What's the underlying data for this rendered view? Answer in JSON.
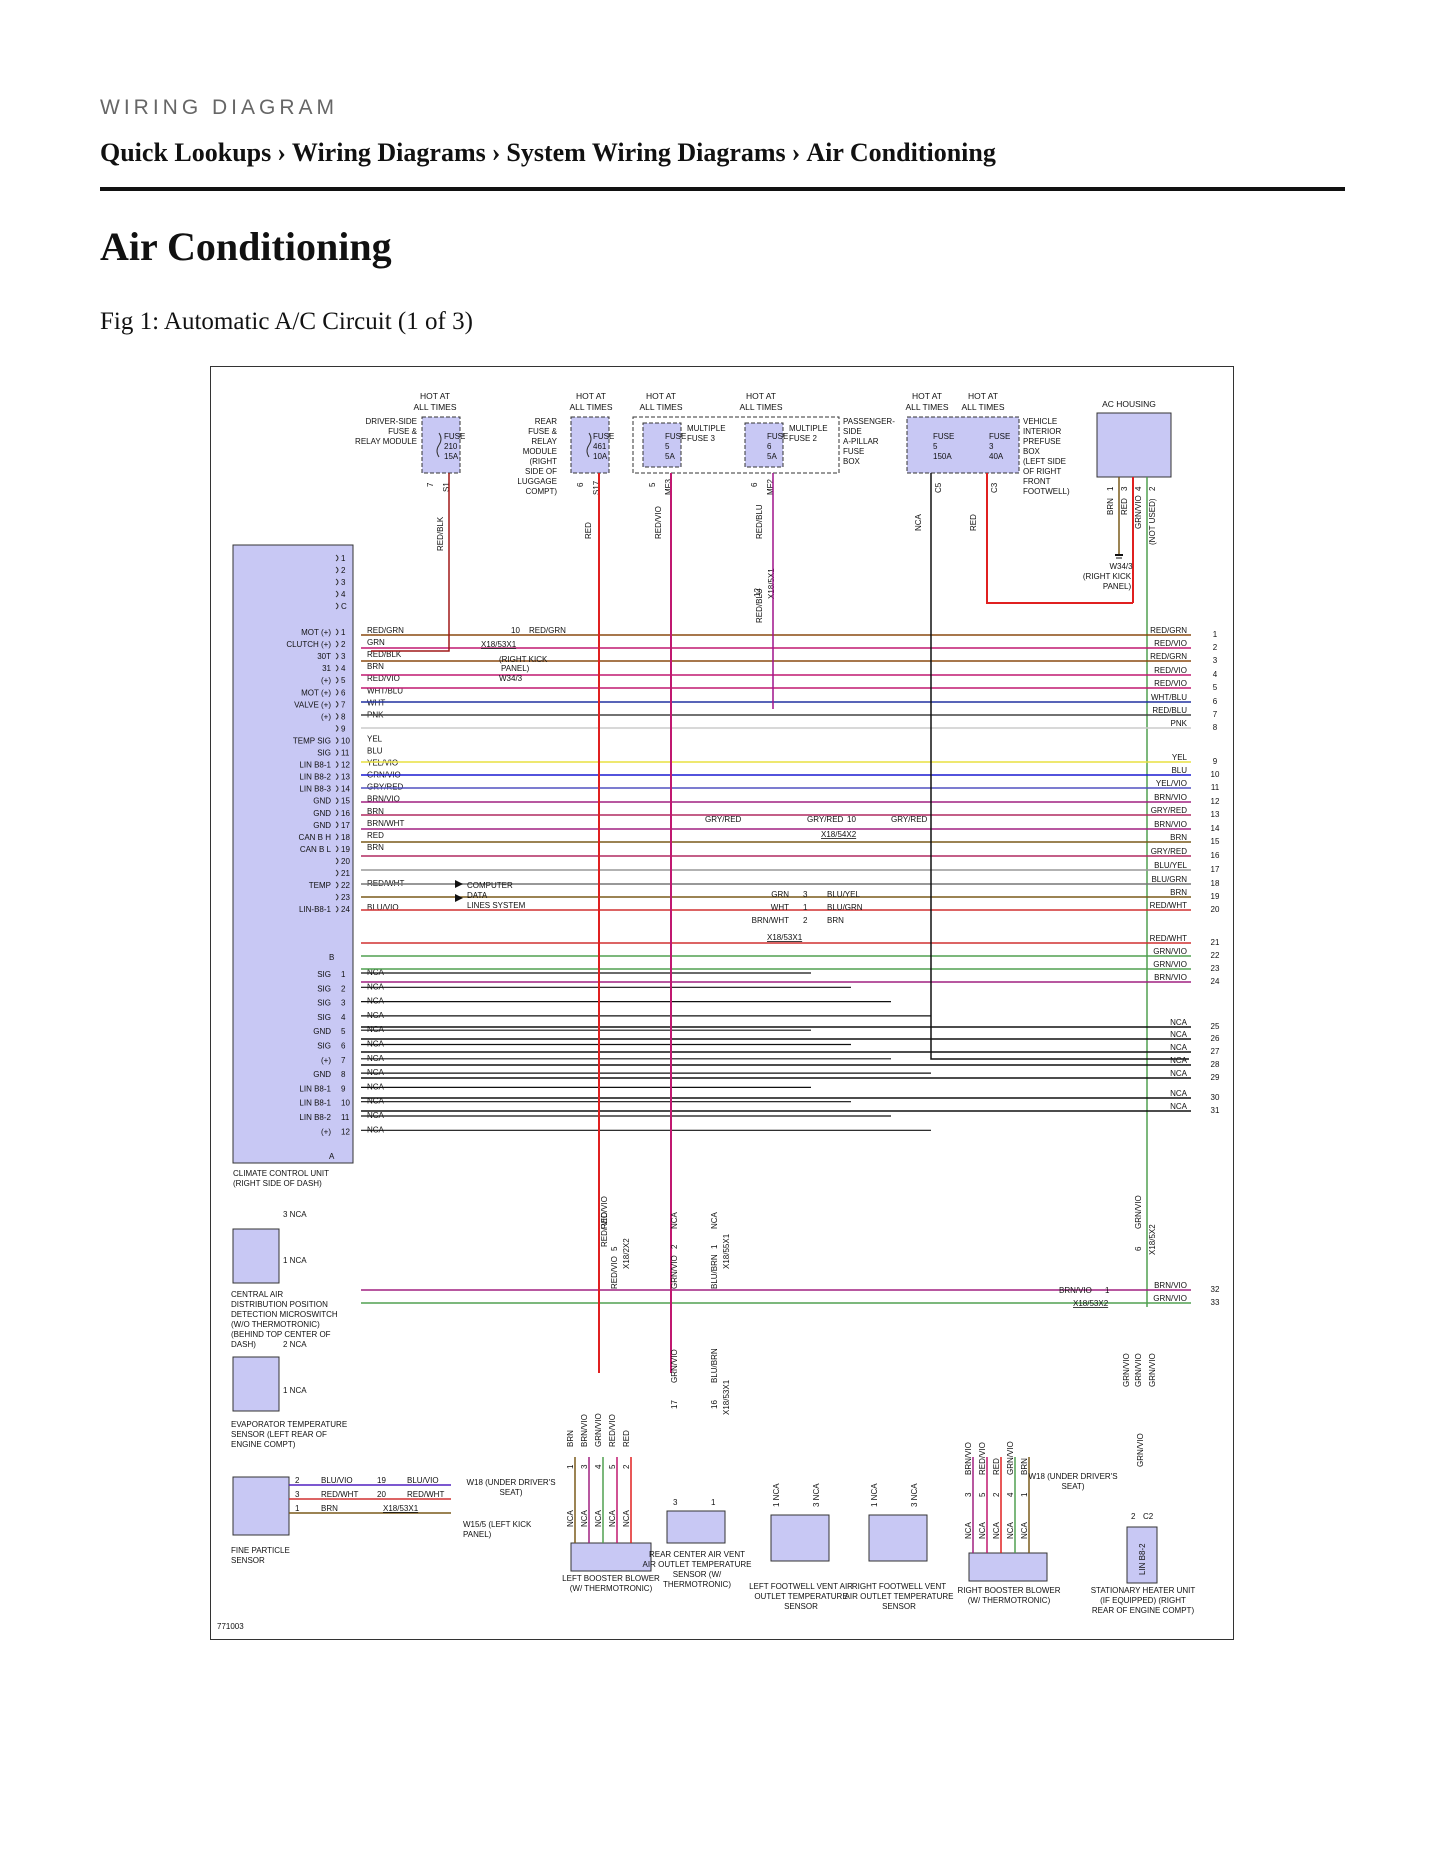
{
  "header": {
    "section_label": "WIRING DIAGRAM",
    "breadcrumb": [
      "Quick Lookups",
      "Wiring Diagrams",
      "System Wiring Diagrams",
      "Air Conditioning"
    ],
    "separator": "›",
    "title": "Air Conditioning",
    "figure_caption": "Fig 1: Automatic A/C Circuit (1 of 3)"
  },
  "diagram": {
    "figure_id": "771003",
    "fuses": [
      {
        "top": "HOT AT ALL TIMES",
        "name": "FUSE",
        "num": "210",
        "amp": "15A",
        "side_label": "DRIVER-SIDE FUSE & RELAY MODULE",
        "pin": "7",
        "conn": "S1"
      },
      {
        "top": "HOT AT ALL TIMES",
        "name": "FUSE",
        "num": "461",
        "amp": "10A",
        "side_label": "REAR FUSE & RELAY MODULE (RIGHT SIDE OF LUGGAGE COMPT)",
        "pin": "6",
        "conn": "S17"
      },
      {
        "top": "HOT AT ALL TIMES",
        "name": "FUSE",
        "num": "5",
        "amp": "5A",
        "side_label": "MULTIPLE FUSE 3",
        "pin": "5",
        "conn": "MF3"
      },
      {
        "top": "HOT AT ALL TIMES",
        "name": "FUSE",
        "num": "6",
        "amp": "5A",
        "side_label": "MULTIPLE FUSE 2",
        "pin": "6",
        "conn": "MF2"
      },
      {
        "top": "HOT AT ALL TIMES",
        "name": "FUSE",
        "num": "5",
        "amp": "150A",
        "side_label": "",
        "pin": "",
        "conn": "C5"
      },
      {
        "top": "HOT AT ALL TIMES",
        "name": "FUSE",
        "num": "3",
        "amp": "40A",
        "side_label": "VEHICLE INTERIOR PREFUSE BOX (LEFT SIDE OF RIGHT FRONT FOOTWELL)",
        "pin": "",
        "conn": "C3"
      }
    ],
    "passenger_box": "PASSENGER-SIDE A-PILLAR FUSE BOX",
    "ac_housing": "AC HOUSING",
    "ac_housing_wires": [
      "BRN",
      "RED",
      "GRN/VIO",
      "(NOT USED)"
    ],
    "ac_housing_pins": [
      "1",
      "3",
      "4",
      "2"
    ],
    "ground_w34": "W34/3 (RIGHT KICK PANEL)",
    "ground_w34_short": "W34/3",
    "right_kick_panel": "(RIGHT KICK PANEL)",
    "fuse_wires": [
      "RED/BLK",
      "RED",
      "RED/VIO",
      "RED/BLU",
      "NCA",
      "RED"
    ],
    "conn_x18_5x1": "X18/5X1",
    "conn_x18_5x1_pin": "12",
    "conn_x18_5x1_wire": "RED/BLU",
    "climate_unit": {
      "label": "CLIMATE CONTROL UNIT (RIGHT SIDE OF DASH)",
      "pin_labels": [
        "MOT (+)",
        "CLUTCH (+)",
        "30T",
        "31",
        "(+)",
        "MOT (+)",
        "VALVE (+)",
        "(+)",
        "",
        "TEMP SIG",
        "SIG",
        "LIN B8-1",
        "LIN B8-2",
        "LIN B8-3",
        "GND",
        "GND",
        "GND",
        "CAN B H",
        "CAN B L",
        "",
        "",
        "TEMP",
        "",
        "LIN-B8-1"
      ],
      "lower_labels": [
        "SIG",
        "SIG",
        "SIG",
        "SIG",
        "GND",
        "SIG",
        "(+)",
        "GND",
        "LIN B8-1",
        "LIN B8-1",
        "LIN B8-2",
        "(+)"
      ]
    },
    "connector_c_wires": [
      {
        "pin": "1",
        "wire": "RED/GRN"
      },
      {
        "pin": "2",
        "wire": "GRN"
      },
      {
        "pin": "3",
        "wire": "RED/BLK"
      },
      {
        "pin": "4",
        "wire": "BRN"
      },
      {
        "pin": "5",
        "wire": "RED/VIO"
      },
      {
        "pin": "6",
        "wire": "WHT/BLU"
      },
      {
        "pin": "7",
        "wire": "WHT"
      },
      {
        "pin": "8",
        "wire": "PNK"
      },
      {
        "pin": "9",
        "wire": ""
      },
      {
        "pin": "10",
        "wire": "YEL"
      },
      {
        "pin": "11",
        "wire": "BLU"
      },
      {
        "pin": "12",
        "wire": "YEL/VIO"
      },
      {
        "pin": "13",
        "wire": "GRN/VIO"
      },
      {
        "pin": "14",
        "wire": "GRY/RED"
      },
      {
        "pin": "15",
        "wire": "BRN/VIO"
      },
      {
        "pin": "16",
        "wire": "BRN"
      },
      {
        "pin": "17",
        "wire": "BRN/WHT"
      },
      {
        "pin": "18",
        "wire": "RED"
      },
      {
        "pin": "19",
        "wire": "BRN"
      },
      {
        "pin": "20",
        "wire": ""
      },
      {
        "pin": "21",
        "wire": ""
      },
      {
        "pin": "22",
        "wire": "RED/WHT"
      },
      {
        "pin": "23",
        "wire": ""
      },
      {
        "pin": "24",
        "wire": "BLU/VIO"
      }
    ],
    "connector_b_wires": [
      "NCA",
      "NCA",
      "NCA",
      "NCA",
      "NCA",
      "NCA",
      "NCA",
      "NCA",
      "NCA",
      "NCA",
      "NCA",
      "NCA"
    ],
    "header_pins": [
      "1",
      "2",
      "3",
      "4",
      "C"
    ],
    "right_labels": [
      {
        "num": "1",
        "wire": "RED/GRN"
      },
      {
        "num": "2",
        "wire": "RED/VIO"
      },
      {
        "num": "3",
        "wire": "RED/GRN"
      },
      {
        "num": "4",
        "wire": "RED/VIO"
      },
      {
        "num": "5",
        "wire": "RED/VIO"
      },
      {
        "num": "6",
        "wire": "WHT/BLU"
      },
      {
        "num": "7",
        "wire": "RED/BLU"
      },
      {
        "num": "8",
        "wire": "PNK"
      },
      {
        "num": "9",
        "wire": "YEL"
      },
      {
        "num": "10",
        "wire": "BLU"
      },
      {
        "num": "11",
        "wire": "YEL/VIO"
      },
      {
        "num": "12",
        "wire": "BRN/VIO"
      },
      {
        "num": "13",
        "wire": "GRY/RED"
      },
      {
        "num": "14",
        "wire": "BRN/VIO"
      },
      {
        "num": "15",
        "wire": "BRN"
      },
      {
        "num": "16",
        "wire": "GRY/RED"
      },
      {
        "num": "17",
        "wire": "BLU/YEL"
      },
      {
        "num": "18",
        "wire": "BLU/GRN"
      },
      {
        "num": "19",
        "wire": "BRN"
      },
      {
        "num": "20",
        "wire": "RED/WHT"
      },
      {
        "num": "21",
        "wire": "RED/WHT"
      },
      {
        "num": "22",
        "wire": "GRN/VIO"
      },
      {
        "num": "23",
        "wire": "GRN/VIO"
      },
      {
        "num": "24",
        "wire": "BRN/VIO"
      },
      {
        "num": "25",
        "wire": "NCA"
      },
      {
        "num": "26",
        "wire": "NCA"
      },
      {
        "num": "27",
        "wire": "NCA"
      },
      {
        "num": "28",
        "wire": "NCA"
      },
      {
        "num": "29",
        "wire": "NCA"
      },
      {
        "num": "30",
        "wire": "NCA"
      },
      {
        "num": "31",
        "wire": "NCA"
      },
      {
        "num": "32",
        "wire": "BRN/VIO"
      },
      {
        "num": "33",
        "wire": "GRN/VIO"
      }
    ],
    "red_grn_splice": {
      "pin": "10",
      "wire": "RED/GRN",
      "conn": "X18/53X1"
    },
    "gry_red_splice": {
      "left": "GRY/RED",
      "right_a": "GRY/RED",
      "pin": "10",
      "right_b": "GRY/RED",
      "conn": "X18/54X2"
    },
    "computer_data": "COMPUTER DATA LINES SYSTEM",
    "x53x1_mid": [
      {
        "left": "GRN",
        "pin": "3",
        "right": "BLU/YEL"
      },
      {
        "left": "WHT",
        "pin": "1",
        "right": "BLU/GRN"
      },
      {
        "left": "BRN/WHT",
        "pin": "2",
        "right": "BRN"
      }
    ],
    "x53x1_mid_conn": "X18/53X1",
    "brn_vio_splice": {
      "wire": "BRN/VIO",
      "pin": "1",
      "conn": "X18/53X2"
    },
    "conn_b": "B",
    "conn_a": "A",
    "x18_5x2": "X18/5X2",
    "x18_5x2_pin": "6",
    "x18_5x2_wire": "GRN/VIO",
    "conn_x18_2x": {
      "conn": "X18/2X2",
      "pin": "5",
      "wire_top": "RED/VIO",
      "wire_bottom": "RED/VIO"
    },
    "conn_x18_55x1": {
      "conn": "X18/55X1",
      "pins": [
        "2",
        "1"
      ],
      "wires_top": [
        "NCA",
        "NCA"
      ],
      "wires_bottom": [
        "GRN/VIO",
        "BLU/BRN"
      ]
    },
    "conn_x18_53x1_lower": {
      "conn": "X18/53X1",
      "pins": [
        "17",
        "16"
      ],
      "wires": [
        "GRN/VIO",
        "BLU/BRN"
      ]
    },
    "central_air": {
      "label": "CENTRAL AIR DISTRIBUTION POSITION DETECTION MICROSWITCH (W/O THERMOTRONIC) (BEHIND TOP CENTER OF DASH)",
      "pins": [
        "3",
        "1"
      ],
      "wires": [
        "NCA",
        "NCA"
      ]
    },
    "evaporator": {
      "label": "EVAPORATOR TEMPERATURE SENSOR (LEFT REAR OF ENGINE COMPT)",
      "pins": [
        "2",
        "1"
      ],
      "wires": [
        "NCA",
        "NCA"
      ]
    },
    "fine_particle": {
      "label": "FINE PARTICLE SENSOR",
      "pins": [
        "2",
        "3",
        "1"
      ],
      "wires": [
        "BLU/VIO",
        "RED/WHT",
        "BRN"
      ]
    },
    "fine_particle_conn": {
      "pins": [
        "19",
        "20"
      ],
      "wires": [
        "BLU/VIO",
        "RED/WHT"
      ],
      "conn": "X18/53X1"
    },
    "ground_w15": "W15/5 (LEFT KICK PANEL)",
    "ground_w18_left": "W18 (UNDER DRIVER'S SEAT)",
    "ground_w18_right": "W18 (UNDER DRIVER'S SEAT)",
    "left_blower": {
      "label": "LEFT BOOSTER BLOWER (W/ THERMOTRONIC)",
      "pins": [
        "1",
        "3",
        "4",
        "5",
        "2"
      ],
      "wires_top": [
        "BRN",
        "BRN/VIO",
        "GRN/VIO",
        "RED/VIO",
        "RED"
      ],
      "wires_bottom": [
        "NCA",
        "NCA",
        "NCA",
        "NCA",
        "NCA"
      ]
    },
    "rear_center": {
      "label": "REAR CENTER AIR VENT AIR OUTLET TEMPERATURE SENSOR (W/ THERMOTRONIC)",
      "pins": [
        "3",
        "1"
      ],
      "wires": [
        "GRN/VIO",
        "BLU/BRN"
      ]
    },
    "left_footwell": {
      "label": "LEFT FOOTWELL VENT AIR OUTLET TEMPERATURE SENSOR",
      "pins": [
        "1",
        "3"
      ],
      "wires": [
        "NCA",
        "NCA"
      ]
    },
    "right_footwell": {
      "label": "RIGHT FOOTWELL VENT AIR OUTLET TEMPERATURE SENSOR",
      "pins": [
        "1",
        "3"
      ],
      "wires": [
        "NCA",
        "NCA"
      ]
    },
    "right_blower": {
      "label": "RIGHT BOOSTER BLOWER (W/ THERMOTRONIC)",
      "pins": [
        "3",
        "5",
        "2",
        "4",
        "1"
      ],
      "wires_top": [
        "BRN/VIO",
        "RED/VIO",
        "RED",
        "GRN/VIO",
        "BRN"
      ],
      "wires_bottom": [
        "NCA",
        "NCA",
        "NCA",
        "NCA",
        "NCA"
      ]
    },
    "stationary_heater": {
      "label": "STATIONARY HEATER UNIT (IF EQUIPPED) (RIGHT REAR OF ENGINE COMPT)",
      "pin": "2",
      "conn": "C2",
      "wire": "GRN/VIO",
      "pin_label": "LIN B8-2"
    },
    "heater_conn_wires": [
      "GRN/VIO",
      "GRN/VIO",
      "GRN/VIO"
    ],
    "red_vio_vertical": "RED/ VIO"
  }
}
